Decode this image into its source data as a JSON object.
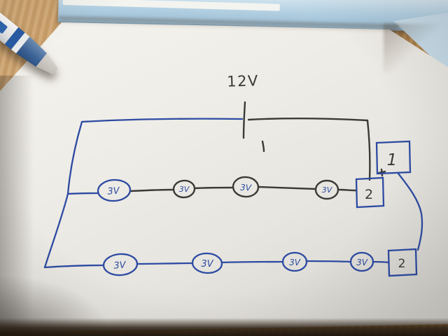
{
  "labels": {
    "battery": "12V",
    "meter1": "1",
    "meter2_top": "2",
    "meter2_bottom": "2"
  },
  "branch_top": {
    "lamps": [
      "3V",
      "3V",
      "3V",
      "3V"
    ]
  },
  "branch_bottom": {
    "lamps": [
      "3V",
      "3V",
      "3V",
      "3V"
    ]
  },
  "colors": {
    "ink_blue": "#2d4ba3",
    "ink_black": "#3a3a36",
    "paper": "#efede7",
    "wood": "#c1945f",
    "blue_paper": "#b3d0e2"
  }
}
